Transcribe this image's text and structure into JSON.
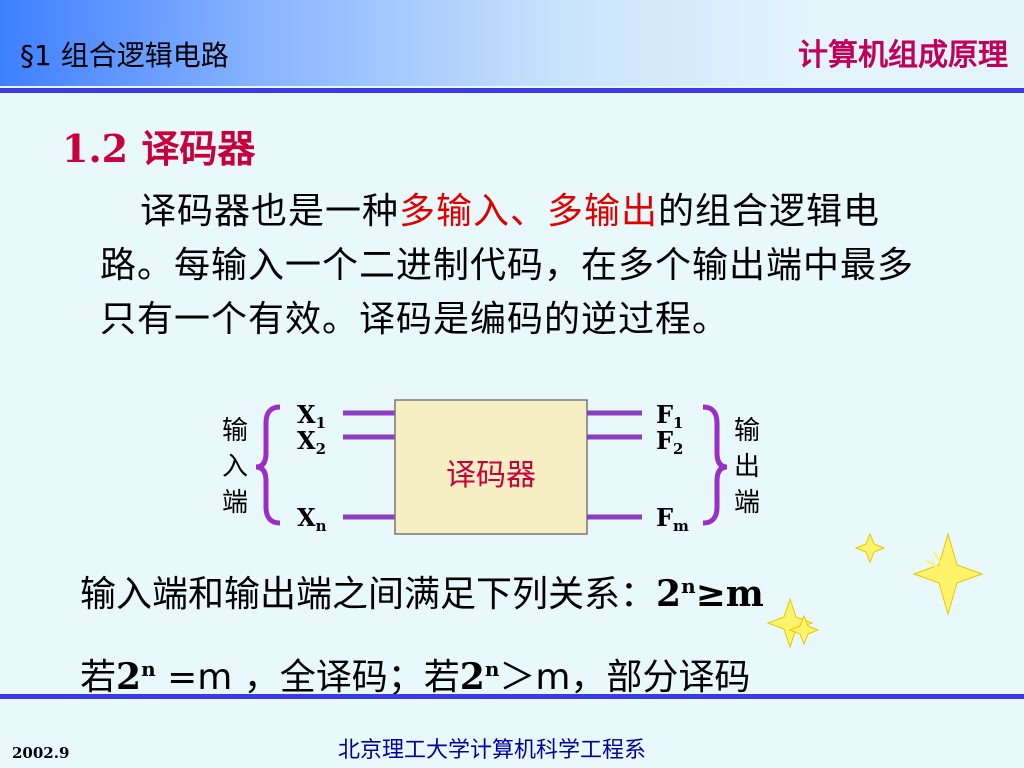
{
  "header": {
    "section": "§1  组合逻辑电路",
    "course": "计算机组成原理"
  },
  "heading": "1.2 译码器",
  "paragraph": {
    "before": "译码器也是一种",
    "highlight": "多输入、多输出",
    "after": "的组合逻辑电路。每输入一个二进制代码，在多个输出端中最多只有一个有效。译码是编码的逆过程。"
  },
  "diagram": {
    "box_label": "译码器",
    "input_side": "输入端",
    "output_side": "输出端",
    "inputs": [
      {
        "base": "X",
        "sub": "1"
      },
      {
        "base": "X",
        "sub": "2"
      },
      {
        "base": "X",
        "sub": "n"
      }
    ],
    "outputs": [
      {
        "base": "F",
        "sub": "1"
      },
      {
        "base": "F",
        "sub": "2"
      },
      {
        "base": "F",
        "sub": "m"
      }
    ],
    "colors": {
      "box_fill": "#f7efc4",
      "wires": "#8a3fc0",
      "brace": "#9a2fc8"
    }
  },
  "relation": {
    "text": "输入端和输出端之间满足下列关系：",
    "base": "2",
    "exp": "n",
    "rest": "≥m"
  },
  "cases": {
    "prefix": "若",
    "base1": "2",
    "exp1": "n",
    "rest1": " =m ，全译码；若",
    "base2": "2",
    "exp2": "n",
    "rest2": "＞m，部分译码"
  },
  "footer": {
    "date": "2002.9",
    "department": "北京理工大学计算机科学工程系"
  },
  "colors": {
    "accent": "#c8003c",
    "rule": "#3a3ae6",
    "background": "#e8f8fb"
  }
}
